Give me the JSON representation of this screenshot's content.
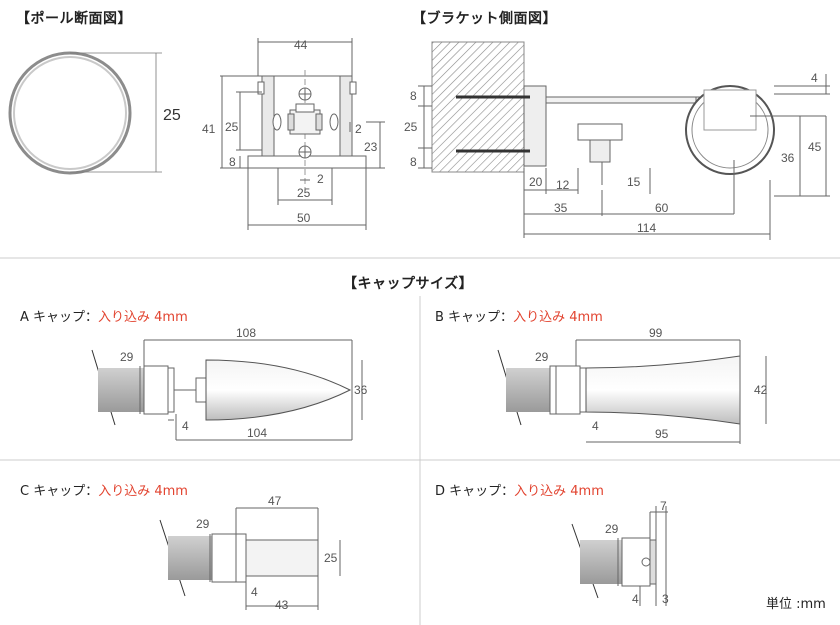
{
  "headings": {
    "pole_section": "【ポール断面図】",
    "bracket_side": "【ブラケット側面図】",
    "cap_size": "【キャップサイズ】"
  },
  "pole": {
    "diameter": "25"
  },
  "bracket_front": {
    "width_top": "44",
    "height_left": "41",
    "inner_left": "25",
    "bottom_left": "8",
    "right_small": "2",
    "height_right": "23",
    "center_small": "2",
    "bottom_inner": "25",
    "width_bottom": "50"
  },
  "bracket_side_dims": {
    "top_left": "8",
    "mid_left": "25",
    "bottom_left": "8",
    "depth_20": "20",
    "d12": "12",
    "d15": "15",
    "d35": "35",
    "d60": "60",
    "d114": "114",
    "right_top": "4",
    "right_45": "45",
    "right_36": "36"
  },
  "caps": [
    {
      "label": "A キャップ：",
      "note": "入り込み 4mm",
      "dims": {
        "top": "108",
        "left": "29",
        "right": "36",
        "small": "4",
        "bottom": "104"
      }
    },
    {
      "label": "B キャップ：",
      "note": "入り込み 4mm",
      "dims": {
        "top": "99",
        "left": "29",
        "right": "42",
        "small": "4",
        "bottom": "95"
      }
    },
    {
      "label": "C キャップ：",
      "note": "入り込み 4mm",
      "dims": {
        "top": "47",
        "left": "29",
        "right": "25",
        "small": "4",
        "bottom": "43"
      }
    },
    {
      "label": "D キャップ：",
      "note": "入り込み 4mm",
      "dims": {
        "top": "7",
        "left": "29",
        "small": "4",
        "small2": "3"
      }
    }
  ],
  "unit": "単位 :mm",
  "colors": {
    "accent_red": "#e2432f",
    "line": "#666666",
    "grid": "#cccccc"
  }
}
